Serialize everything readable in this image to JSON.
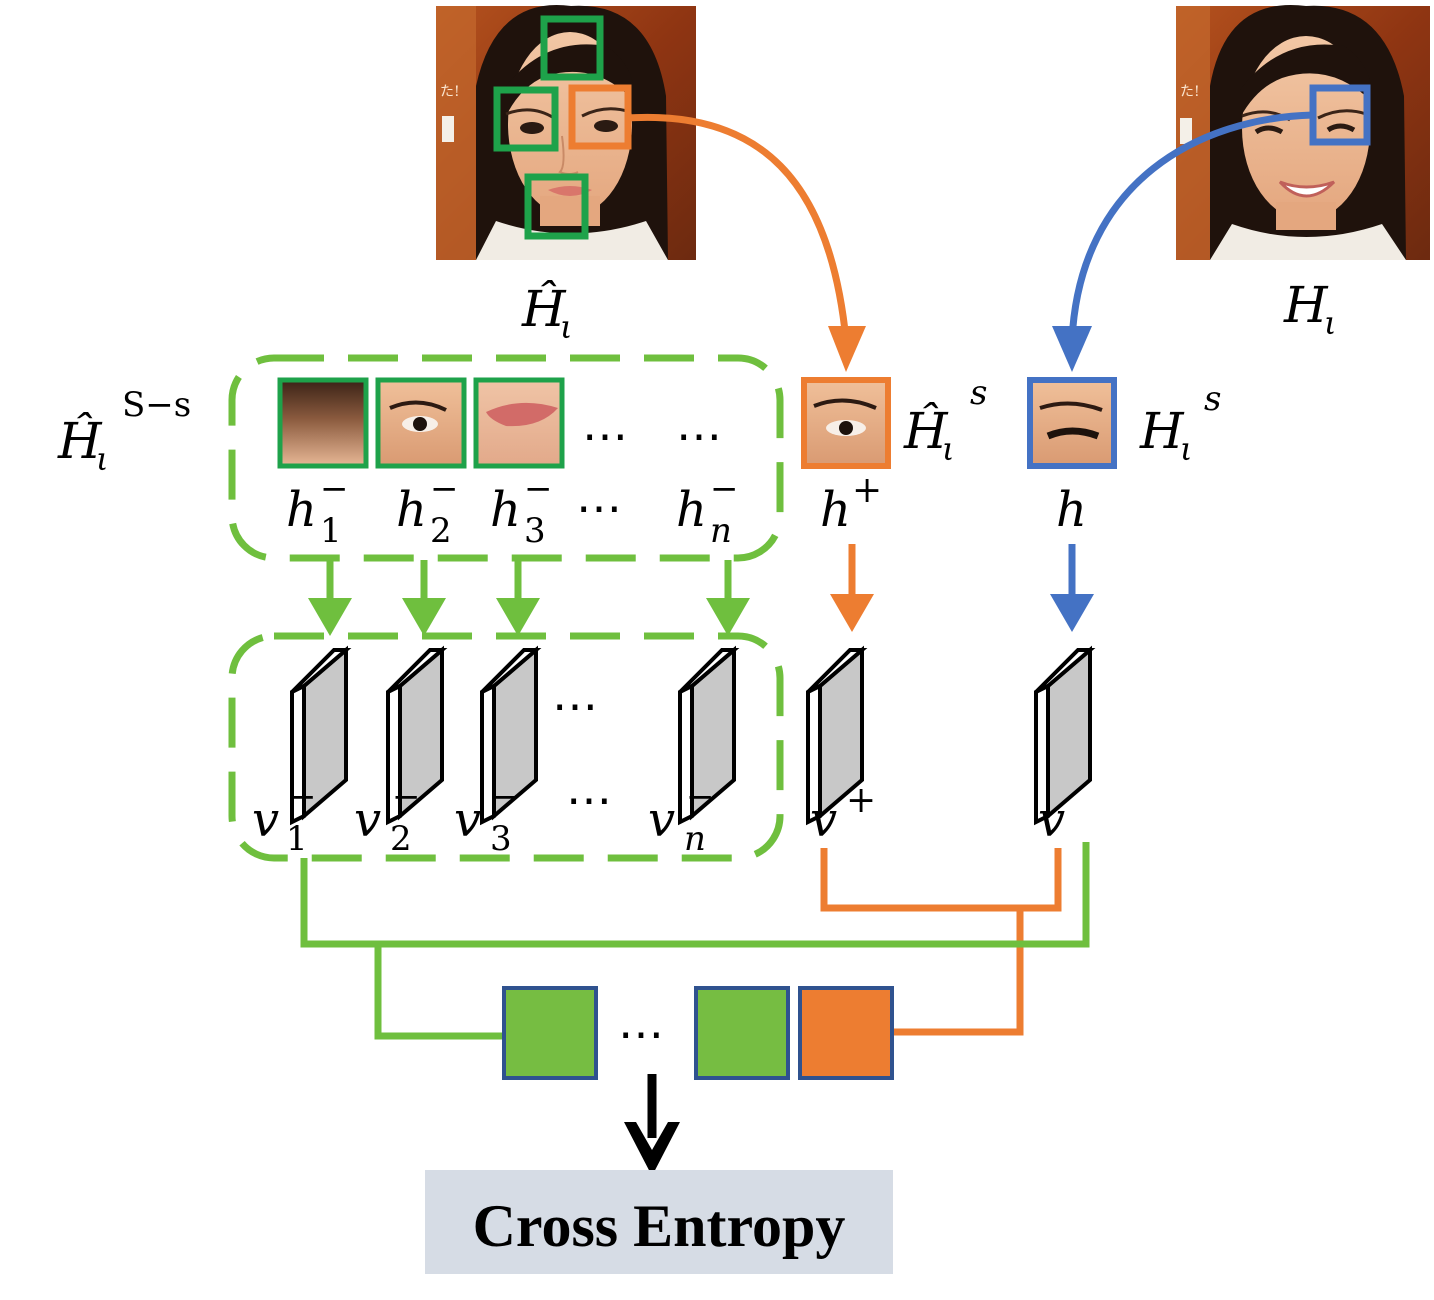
{
  "images": {
    "anchor_face": {
      "label_base": "H",
      "label_sub": "ι"
    },
    "generated_face": {
      "label_base": "Ĥ",
      "label_sub": "ι"
    },
    "face_caption_text": "た!"
  },
  "crops": {
    "negative_set_label": {
      "base": "Ĥ",
      "sub": "ι",
      "sup": "S−s"
    },
    "positive_crop_label": {
      "base": "Ĥ",
      "sub": "ι",
      "sup": "s"
    },
    "anchor_crop_label": {
      "base": "H",
      "sub": "ι",
      "sup": "s"
    },
    "ellipsis": "⋯"
  },
  "patches": {
    "negatives": [
      {
        "base": "h",
        "sub": "1",
        "sup": "−"
      },
      {
        "base": "h",
        "sub": "2",
        "sup": "−"
      },
      {
        "base": "h",
        "sub": "3",
        "sup": "−"
      },
      {
        "base": "h",
        "sub": "n",
        "sup": "−"
      }
    ],
    "positive": {
      "base": "h",
      "sup": "+"
    },
    "anchor": {
      "base": "h"
    },
    "ellipsis": "⋯"
  },
  "features": {
    "negatives": [
      {
        "base": "v",
        "sub": "1",
        "sup": "−"
      },
      {
        "base": "v",
        "sub": "2",
        "sup": "−"
      },
      {
        "base": "v",
        "sub": "3",
        "sup": "−"
      },
      {
        "base": "v",
        "sub": "n",
        "sup": "−"
      }
    ],
    "positive": {
      "base": "v",
      "sup": "+"
    },
    "anchor": {
      "base": "v"
    },
    "ellipsis": "⋯"
  },
  "logits": {
    "ellipsis": "⋯"
  },
  "loss": {
    "label": "Cross Entropy"
  },
  "colors": {
    "negative_green": "#6fbf3e",
    "crop_green": "#1ea24a",
    "positive_orange": "#ed7d31",
    "anchor_blue": "#4472c4",
    "loss_bg": "#d6dce5",
    "block_gray": "#c8c8c8"
  }
}
